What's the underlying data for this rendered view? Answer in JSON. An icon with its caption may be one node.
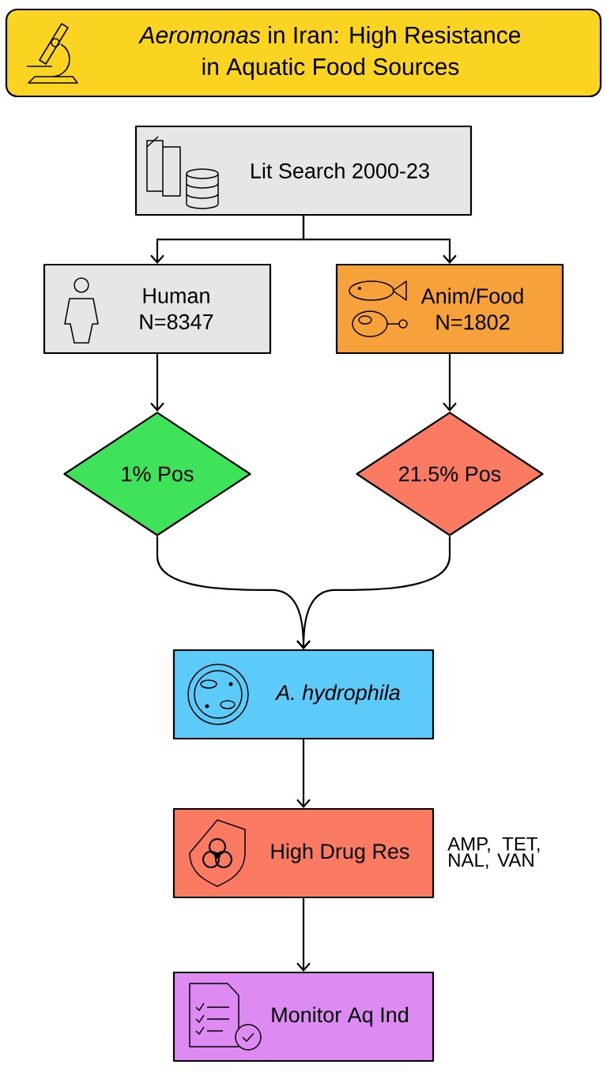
{
  "diagram": {
    "title": "*Aeromonas* in Iran: High Resistance in Aquatic Food Sources",
    "nodes": [
      {
        "text": [
          "Lit Search 2000-23"
        ]
      },
      {
        "text": [
          "Human N=8347"
        ]
      },
      {
        "text": [
          "Anim/Food N=1802"
        ]
      },
      {
        "text": [
          "1% Pos"
        ]
      },
      {
        "text": [
          "21.5% Pos"
        ]
      },
      {
        "text": [
          "A. hydrophila"
        ]
      },
      {
        "text": [
          "High Drug Res"
        ],
        "beside": [
          "AMP, TET, NAL, VAN"
        ]
      },
      {
        "text": [
          "Monitor Aq Ind"
        ]
      }
    ],
    "edges": [
      {
        "from": 0,
        "to": 1,
        "arrow": "to"
      },
      {
        "from": 0,
        "to": 2,
        "arrow": "to"
      },
      {
        "from": 1,
        "to": 3,
        "arrow": "to"
      },
      {
        "from": 2,
        "to": 4,
        "arrow": "to"
      },
      {
        "from": 3,
        "to": 5,
        "arrow": "to"
      },
      {
        "from": 4,
        "to": 5,
        "arrow": "to"
      },
      {
        "from": 5,
        "to": 6,
        "arrow": "to"
      },
      {
        "from": 6,
        "to": 7,
        "arrow": "to"
      }
    ]
  }
}
